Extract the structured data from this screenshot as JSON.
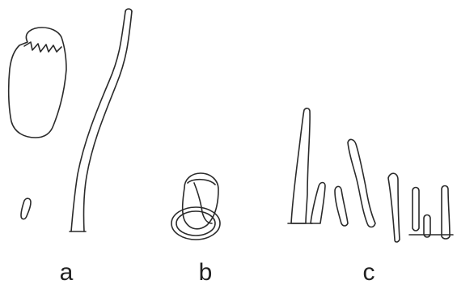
{
  "figure": {
    "panel_labels": {
      "a": "a",
      "b": "b",
      "c": "c"
    },
    "line_color": "#2b2b2b",
    "background": "#ffffff"
  }
}
